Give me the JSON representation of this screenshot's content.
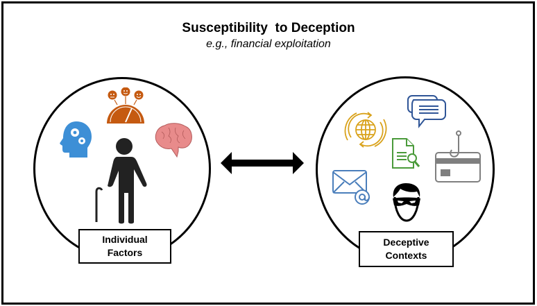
{
  "title": "Susceptibility  to Deception",
  "subtitle": "e.g., financial exploitation",
  "left_group": {
    "label_line1": "Individual",
    "label_line2": "Factors",
    "icons": [
      "head-gears-icon",
      "emotion-gauge-icon",
      "brain-icon",
      "elderly-person-with-cane-icon"
    ]
  },
  "right_group": {
    "label_line1": "Deceptive",
    "label_line2": "Contexts",
    "icons": [
      "globe-rotate-icon",
      "chat-bubbles-icon",
      "document-search-icon",
      "phishing-card-icon",
      "email-at-icon",
      "masked-thief-icon"
    ]
  },
  "connector": "bidirectional-arrow",
  "colors": {
    "head_blue": "#3d8fd6",
    "gauge_orange": "#c55a11",
    "brain_pink": "#e88b8b",
    "globe_gold": "#d9a21b",
    "chat_blue": "#2f5597",
    "doc_green": "#4a9a3a",
    "card_gray": "#7f7f7f",
    "mail_blue": "#4a7ebb"
  }
}
